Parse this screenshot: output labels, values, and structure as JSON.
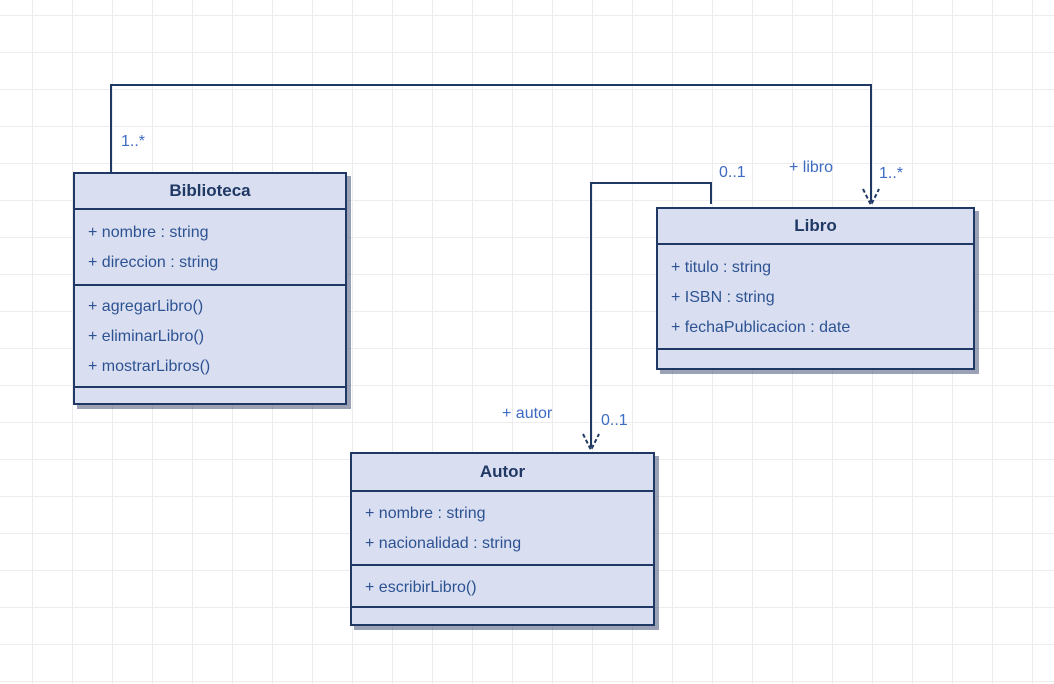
{
  "diagram": {
    "type": "uml-class-diagram",
    "classes": [
      {
        "name": "Biblioteca",
        "attributes": [
          "+ nombre : string",
          "+ direccion : string"
        ],
        "methods": [
          "+ agregarLibro()",
          "+ eliminarLibro()",
          "+ mostrarLibros()"
        ]
      },
      {
        "name": "Libro",
        "attributes": [
          "+ titulo : string",
          "+ ISBN : string",
          "+ fechaPublicacion : date"
        ],
        "methods": []
      },
      {
        "name": "Autor",
        "attributes": [
          "+ nombre : string",
          "+ nacionalidad : string"
        ],
        "methods": [
          "+ escribirLibro()"
        ]
      }
    ],
    "associations": [
      {
        "from": "Biblioteca",
        "to": "Libro",
        "from_multiplicity": "1..*",
        "to_multiplicity": "1..*",
        "role": "+ libro",
        "arrow": "open-arrowhead-at-Libro"
      },
      {
        "from": "Libro",
        "to": "Autor",
        "from_multiplicity": "0..1",
        "to_multiplicity": "0..1",
        "role": "+ autor",
        "arrow": "open-arrowhead-at-Autor"
      }
    ],
    "colors": {
      "class_fill": "#d9dff1",
      "class_border": "#1f3864",
      "title_text": "#1f3864",
      "member_text": "#2d5292",
      "edge_label_text": "#3e6bc4",
      "grid_line": "#ececec",
      "canvas_background": "#ffffff"
    }
  }
}
